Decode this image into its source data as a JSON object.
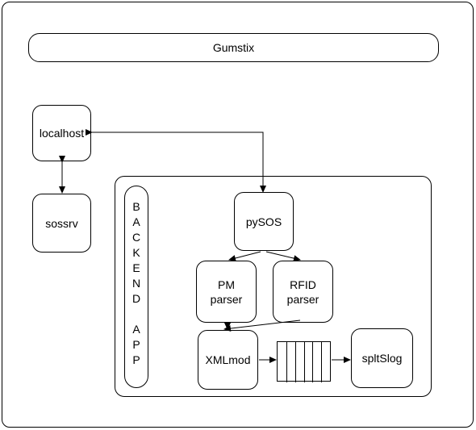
{
  "diagram": {
    "container_title": "Gumstix",
    "nodes": {
      "localhost": "localhost",
      "sossrv": "sossrv",
      "pysos": "pySOS",
      "pm_parser": "PM\nparser",
      "rfid_parser": "RFID\nparser",
      "xmlmod": "XMLmod",
      "spltslog": "spltSlog"
    },
    "backend_label_lines": [
      "B",
      "A",
      "C",
      "K",
      "E",
      "N",
      "D",
      "",
      "A",
      "P",
      "P"
    ],
    "queue_slots": 6
  },
  "colors": {
    "stroke": "#000000",
    "fill": "#ffffff"
  }
}
